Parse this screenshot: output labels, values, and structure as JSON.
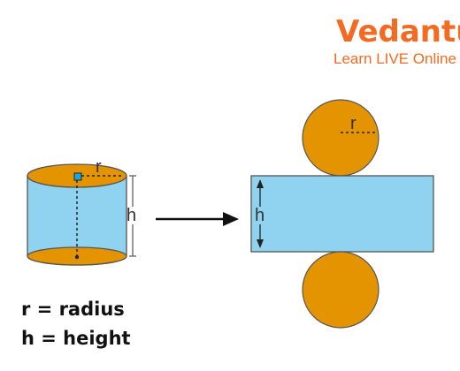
{
  "brand": {
    "wordmark": "Vedantu",
    "tagline": "Learn LIVE Online"
  },
  "cylinder": {
    "radius_label": "r",
    "height_label": "h"
  },
  "net": {
    "radius_label": "r",
    "height_label": "h"
  },
  "legend": {
    "radius_line": "r = radius",
    "height_line": "h = height"
  },
  "colors": {
    "brand_orange": "#f26b21",
    "base_fill": "#e49400",
    "side_fill": "#8fd3f0",
    "stroke": "#555555",
    "marker": "#1aa6e0"
  }
}
